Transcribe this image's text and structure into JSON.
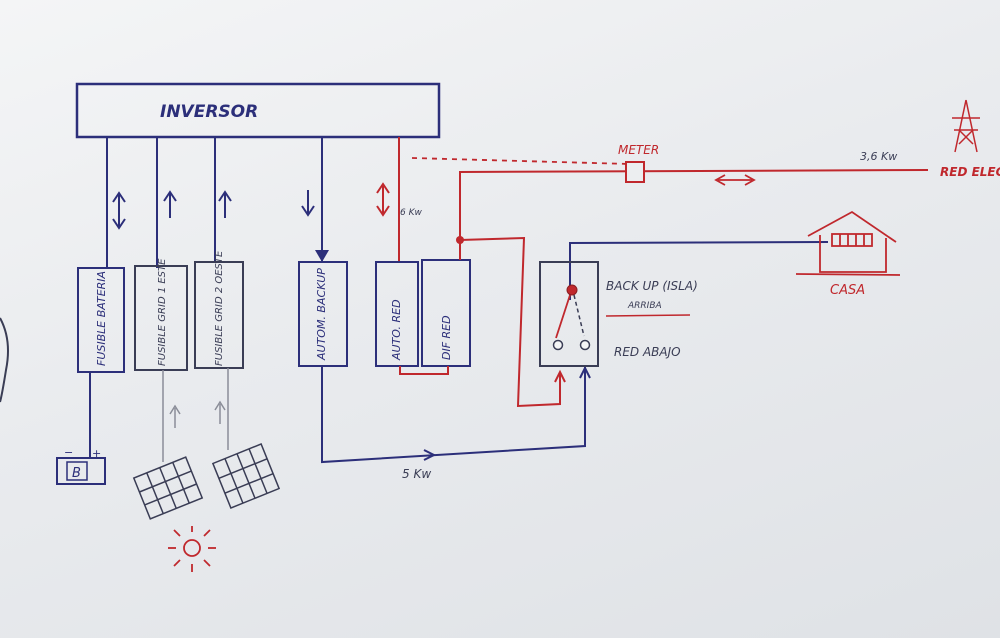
{
  "diagram": {
    "inverter": {
      "label": "INVERSOR"
    },
    "boxes": {
      "battery_fuse": "FUSIBLE BATERIA",
      "solar_fuse_1": "FUSIBLE GRID 1 ESTE",
      "solar_fuse_2": "FUSIBLE GRID 2 OESTE",
      "backup_auto": "AUTOM. BACKUP",
      "grid_auto": "AUTO. RED",
      "grid_diff": "DIF RED"
    },
    "battery": {
      "label": "B"
    },
    "labels": {
      "power_6kw": "6 Kw",
      "power_5kw": "5 Kw",
      "power_36kw": "3,6 Kw",
      "meter": "METER",
      "grid": "RED ELECT",
      "house": "CASA",
      "backup_switch": "BACK UP (ISLA)",
      "backup_up": "ARRIBA",
      "grid_down": "RED ABAJO"
    },
    "colors": {
      "blue_marker": "#2c2f7a",
      "red_marker": "#c0282d",
      "black_marker": "#3a3d55"
    }
  }
}
